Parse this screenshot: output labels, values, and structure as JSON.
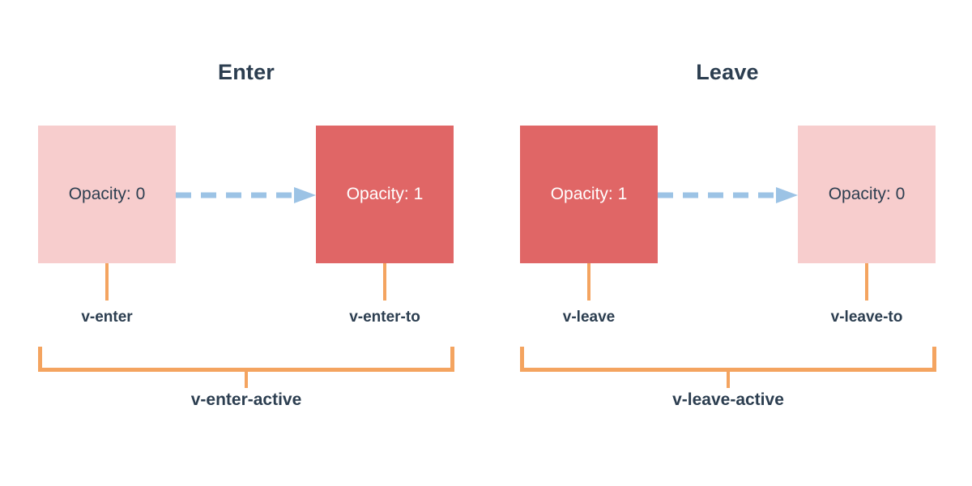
{
  "diagram": {
    "title_semantics": "vue-transition-class-lifecycle",
    "colors": {
      "background": "#ffffff",
      "box_faded": "#f7cdcd",
      "box_solid": "#e06666",
      "arrow": "#9cc3e5",
      "bracket": "#f4a460",
      "text_dark": "#2c3e50",
      "text_light": "#ffffff"
    },
    "sections": [
      {
        "id": "enter",
        "title": "Enter",
        "from_box": {
          "label": "Opacity: 0",
          "style": "faded",
          "class_name": "v-enter"
        },
        "to_box": {
          "label": "Opacity: 1",
          "style": "solid",
          "class_name": "v-enter-to"
        },
        "arrow": {
          "name": "dashed-arrow-right",
          "direction": "right",
          "dashes": 5
        },
        "active_class": "v-enter-active"
      },
      {
        "id": "leave",
        "title": "Leave",
        "from_box": {
          "label": "Opacity: 1",
          "style": "solid",
          "class_name": "v-leave"
        },
        "to_box": {
          "label": "Opacity: 0",
          "style": "faded",
          "class_name": "v-leave-to"
        },
        "arrow": {
          "name": "dashed-arrow-right",
          "direction": "right",
          "dashes": 5
        },
        "active_class": "v-leave-active"
      }
    ]
  }
}
